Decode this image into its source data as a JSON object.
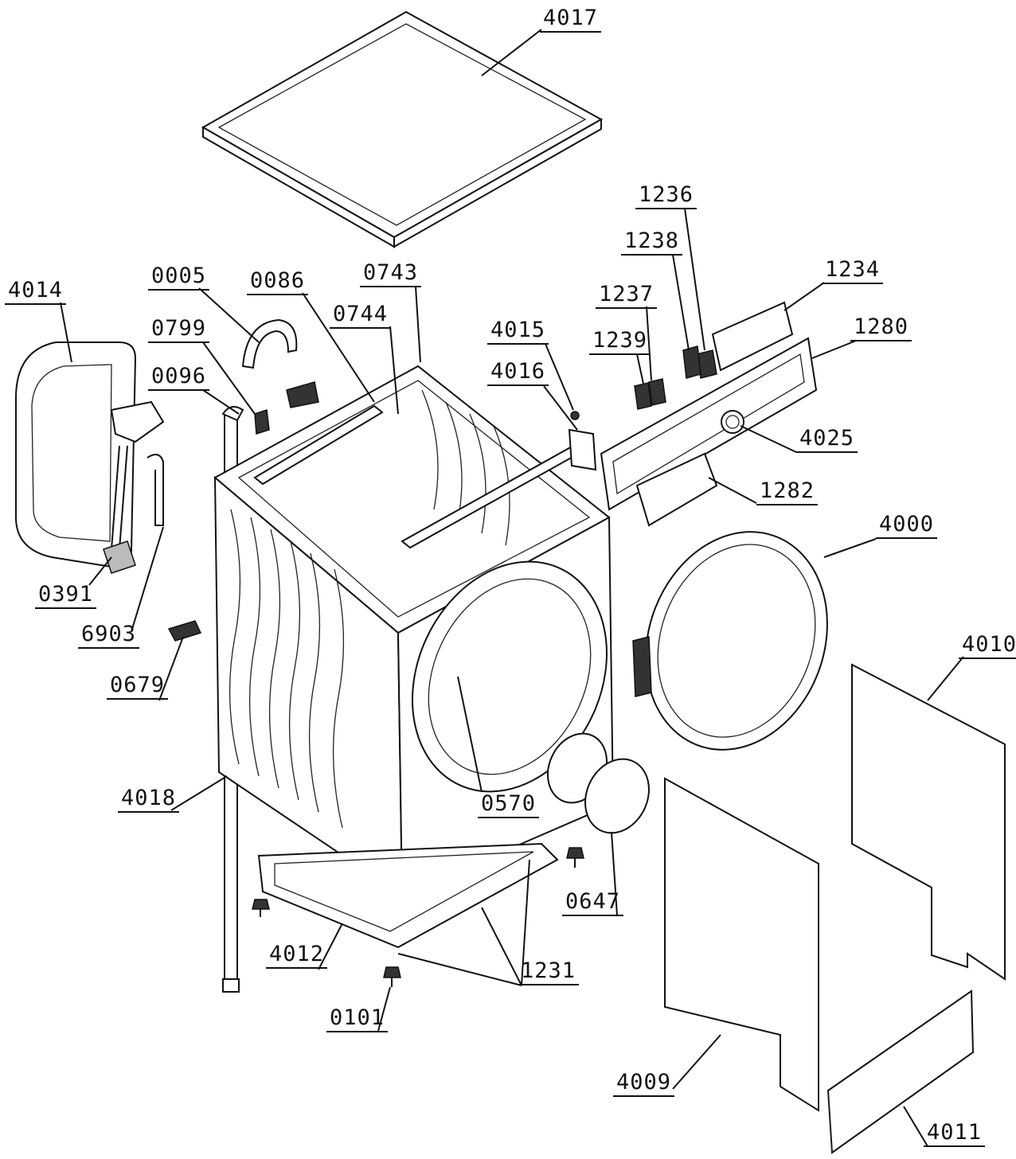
{
  "labels": {
    "l4017": "4017",
    "l4014": "4014",
    "l0005": "0005",
    "l0086": "0086",
    "l0743": "0743",
    "l0799": "0799",
    "l0744": "0744",
    "l0096": "0096",
    "l4015": "4015",
    "l4016": "4016",
    "l1236": "1236",
    "l1238": "1238",
    "l1237": "1237",
    "l1239": "1239",
    "l1234": "1234",
    "l1280": "1280",
    "l4025": "4025",
    "l1282": "1282",
    "l4000": "4000",
    "l0391": "0391",
    "l6903": "6903",
    "l0679": "0679",
    "l4010": "4010",
    "l4018": "4018",
    "l0570": "0570",
    "l0647": "0647",
    "l4012": "4012",
    "l1231": "1231",
    "l0101": "0101",
    "l4009": "4009",
    "l4011": "4011"
  }
}
